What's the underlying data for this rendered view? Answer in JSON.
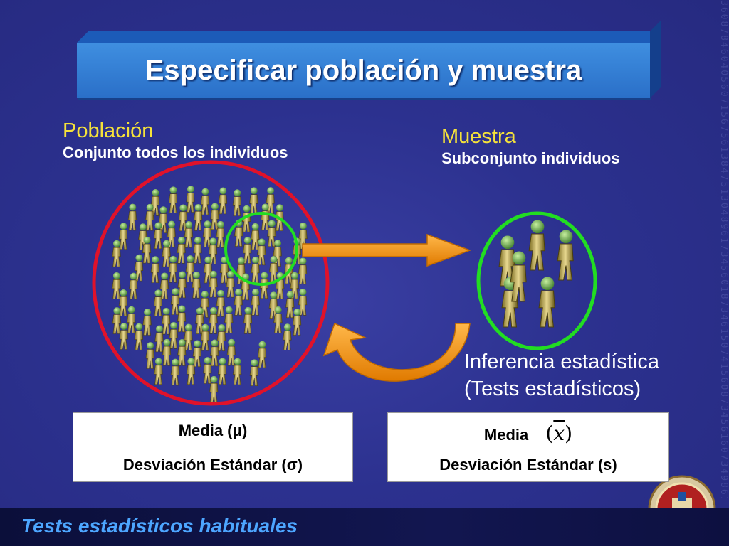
{
  "slide": {
    "title": "Especificar población y muestra",
    "footer": "Tests estadísticos habituales"
  },
  "population": {
    "label": "Población",
    "description": "Conjunto todos los individuos"
  },
  "sample": {
    "label": "Muestra",
    "description": "Subconjunto individuos"
  },
  "inference": {
    "line1": "Inferencia estadística",
    "line2": "(Tests estadísticos)"
  },
  "population_stats": {
    "mean": "Media (μ)",
    "std": "Desviación Estándar (σ)"
  },
  "sample_stats": {
    "mean": "Media",
    "mean_symbol": "x",
    "std": "Desviación Estándar (s)"
  },
  "colors": {
    "background": "#2b2f8c",
    "title_bar": "#3f8fe0",
    "yellow_label": "#f5e23a",
    "population_circle": "#e0122a",
    "sample_circle": "#22dd22",
    "arrow": "#f39a10",
    "footer_text": "#4da6ff"
  },
  "icons": {
    "people_figures": "walking-person-figure",
    "emblem": "university-seal"
  }
}
